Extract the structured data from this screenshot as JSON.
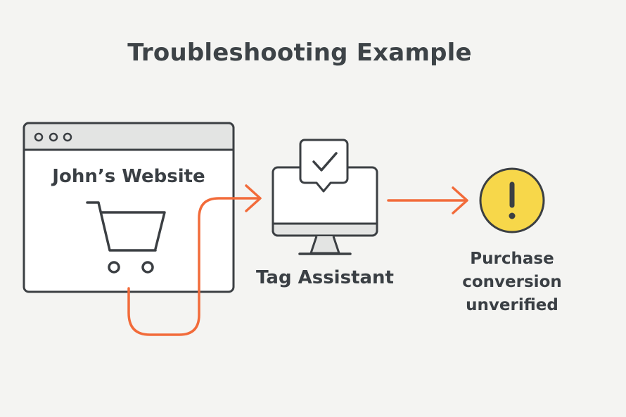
{
  "title": "Troubleshooting Example",
  "website": {
    "label": "John’s Website"
  },
  "tag_assistant": {
    "label": "Tag Assistant"
  },
  "status": {
    "lines": [
      "Purchase",
      "conversion",
      "unverified"
    ]
  },
  "colors": {
    "background": "#f4f4f2",
    "outline": "#3b3f43",
    "arrow": "#f26b3a",
    "warning": "#f7d74a",
    "window_bar": "#e3e4e3"
  },
  "icons": {
    "website": "browser-window-icon",
    "cart": "shopping-cart-icon",
    "tag_assistant": "monitor-icon",
    "check": "checkmark-bubble-icon",
    "warning": "exclamation-icon"
  }
}
